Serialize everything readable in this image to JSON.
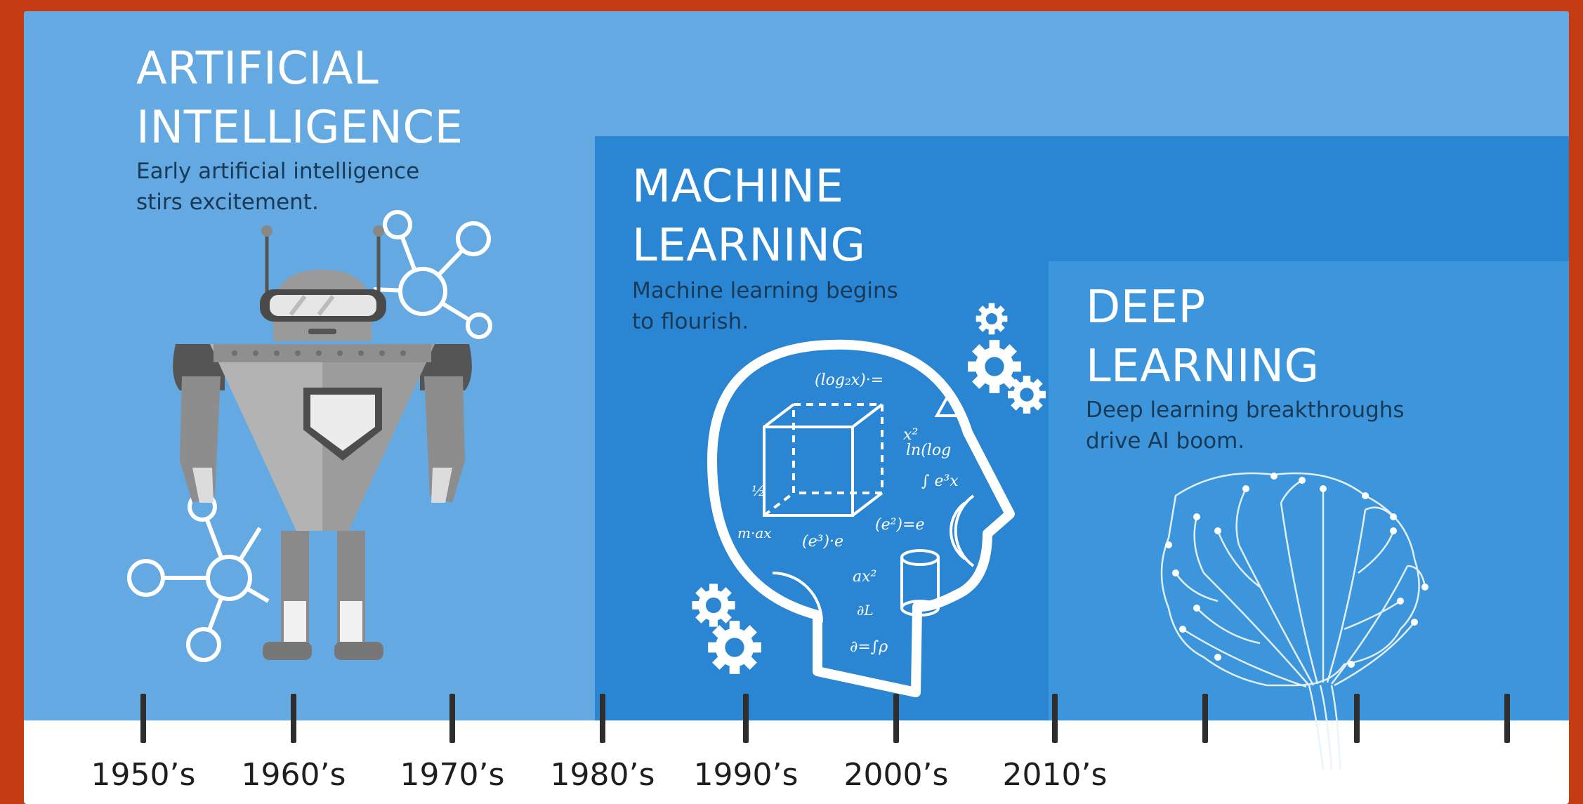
{
  "sections": {
    "ai": {
      "title": "ARTIFICIAL\nINTELLIGENCE",
      "subtitle": "Early artificial intelligence\nstirs excitement.",
      "color": "#64a9e2"
    },
    "ml": {
      "title": "MACHINE\nLEARNING",
      "subtitle": "Machine learning begins\nto flourish.",
      "color": "#2a86d2"
    },
    "dl": {
      "title": "DEEP\nLEARNING",
      "subtitle": "Deep learning breakthroughs\ndrive AI boom.",
      "color": "#3d96dc"
    }
  },
  "timeline": {
    "ticks": [
      "1950’s",
      "1960’s",
      "1970’s",
      "1980’s",
      "1990’s",
      "2000’s",
      "2010’s",
      "",
      "",
      ""
    ]
  },
  "illustrations": [
    "robot-icon",
    "molecule-icon",
    "head-with-math-icon",
    "gear-icon",
    "brain-circuit-icon"
  ]
}
